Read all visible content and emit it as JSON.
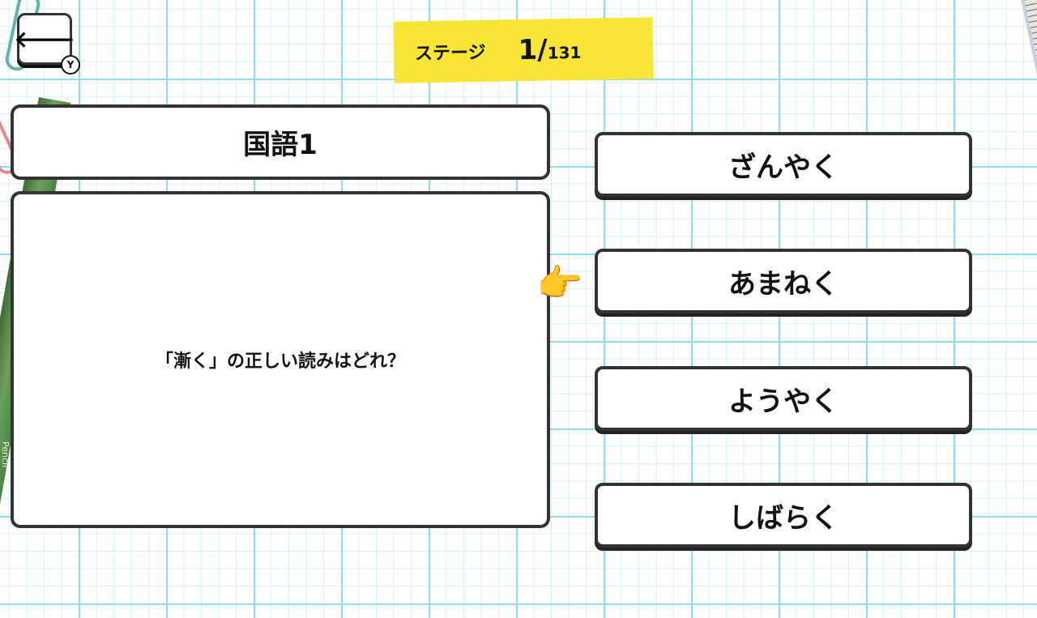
{
  "back_button": {
    "label": "🡐",
    "key_hint": "Y"
  },
  "stage": {
    "label": "ステージ",
    "current": "1/",
    "total": "131"
  },
  "subject": "国語1",
  "question": "「漸く」の正しい読みはどれ？",
  "answers": [
    "ざんやく",
    "あまねく",
    "ようやく",
    "しばらく"
  ],
  "selected_index": 1,
  "decor": {
    "pencil_text": "Pencil"
  }
}
